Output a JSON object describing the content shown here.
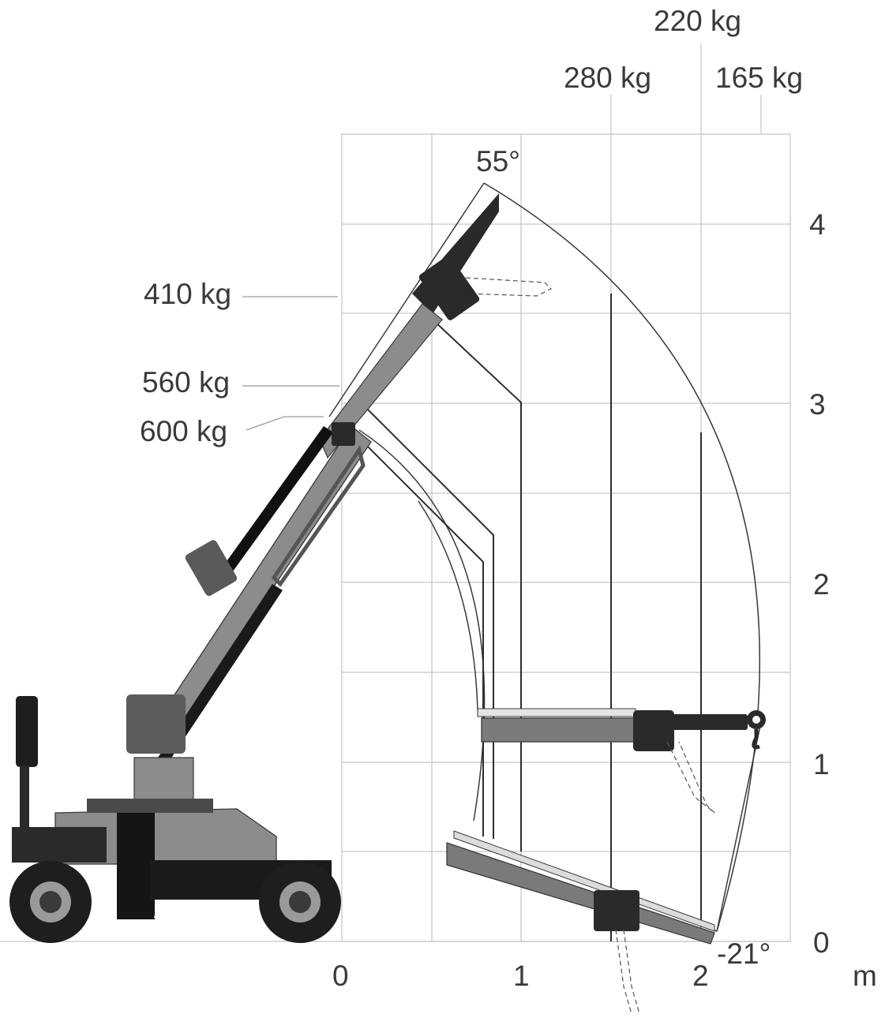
{
  "top_labels": {
    "load_220": "220 kg",
    "load_280": "280 kg",
    "load_165": "165 kg"
  },
  "left_labels": {
    "load_410": "410 kg",
    "load_560": "560 kg",
    "load_600": "600 kg"
  },
  "angles": {
    "max": "55°",
    "min": "-21°"
  },
  "axes": {
    "x_ticks": [
      "0",
      "1",
      "2"
    ],
    "x_unit": "m",
    "y_ticks": [
      "0",
      "1",
      "2",
      "3",
      "4"
    ]
  },
  "colors": {
    "grid": "#c8c8c8",
    "outline": "#3a3a3a",
    "boom": "#7a7a7a",
    "machine_dark": "#1e1e1e",
    "machine_mid": "#8c8c8c"
  }
}
